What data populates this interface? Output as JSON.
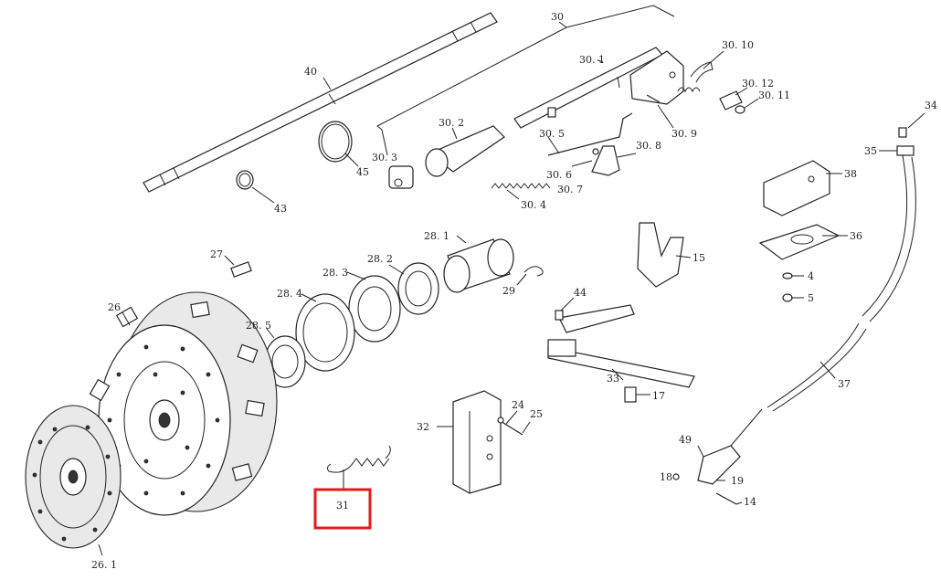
{
  "labels": {
    "l4": "4",
    "l5": "5",
    "l14": "14",
    "l15": "15",
    "l17": "17",
    "l18": "18",
    "l19": "19",
    "l24": "24",
    "l25": "25",
    "l26": "26",
    "l26_1": "26. 1",
    "l27": "27",
    "l28_1": "28. 1",
    "l28_2": "28. 2",
    "l28_3": "28. 3",
    "l28_4": "28. 4",
    "l28_5": "28. 5",
    "l29": "29",
    "l30": "30",
    "l30_1": "30. 1",
    "l30_2": "30. 2",
    "l30_3": "30. 3",
    "l30_4": "30. 4",
    "l30_5": "30. 5",
    "l30_6": "30. 6",
    "l30_7": "30. 7",
    "l30_8": "30. 8",
    "l30_9": "30. 9",
    "l30_10": "30. 10",
    "l30_11": "30. 11",
    "l30_12": "30. 12",
    "l31": "31",
    "l32": "32",
    "l33": "33",
    "l34": "34",
    "l35": "35",
    "l36": "36",
    "l37": "37",
    "l38": "38",
    "l40": "40",
    "l43": "43",
    "l44": "44",
    "l45": "45",
    "l49": "49"
  },
  "highlight": {
    "part": "31",
    "color": "#e8191b"
  }
}
